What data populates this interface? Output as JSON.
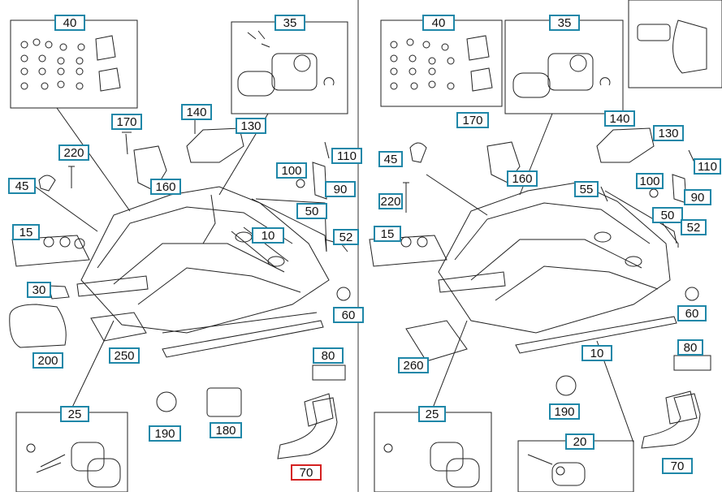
{
  "diagram": {
    "left_panel": {
      "callouts": [
        "40",
        "35",
        "170",
        "140",
        "130",
        "220",
        "110",
        "100",
        "90",
        "45",
        "160",
        "50",
        "15",
        "10",
        "52",
        "30",
        "60",
        "200",
        "250",
        "80",
        "25",
        "190",
        "180",
        "70"
      ],
      "selected": "70"
    },
    "right_panel": {
      "callouts": [
        "40",
        "35",
        "170",
        "140",
        "130",
        "45",
        "220",
        "160",
        "110",
        "55",
        "100",
        "90",
        "50",
        "52",
        "15",
        "60",
        "260",
        "10",
        "80",
        "25",
        "190",
        "20",
        "70"
      ]
    },
    "colors": {
      "callout_border": "#1f87a8",
      "selected_border": "#d42020",
      "line": "#222222"
    }
  }
}
